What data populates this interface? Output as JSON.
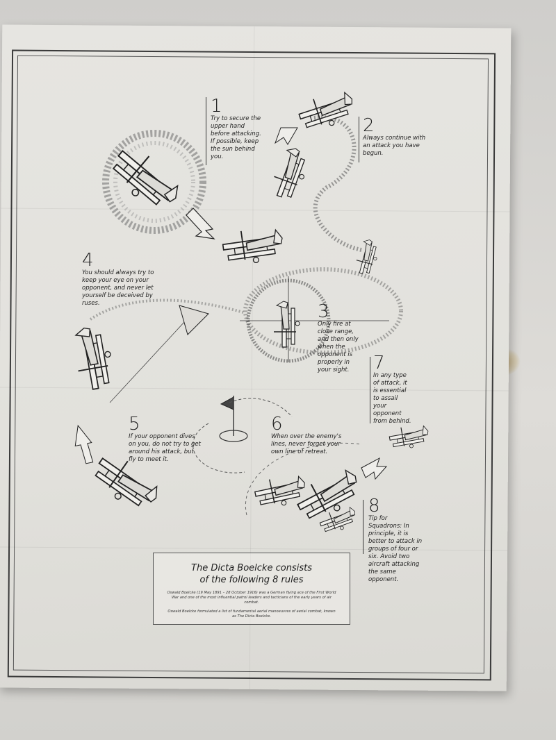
{
  "rules": [
    {
      "number": "1",
      "text": [
        "Try to secure the",
        "upper hand",
        "before attacking.",
        "If possible, keep",
        "the sun behind",
        "you."
      ]
    },
    {
      "number": "2",
      "text": [
        "Always continue with",
        "an attack you have",
        "begun."
      ]
    },
    {
      "number": "3",
      "text": [
        "Only fire at",
        "close range,",
        "and then only",
        "when the",
        "opponent is",
        "properly in",
        "your sight."
      ]
    },
    {
      "number": "4",
      "text": [
        "You should always try to",
        "keep your eye on your",
        "opponent, and never let",
        "yourself be deceived by",
        "ruses."
      ]
    },
    {
      "number": "5",
      "text": [
        "If your opponent dives",
        "on you, do not try to get",
        "around his attack, but",
        "fly to meet it."
      ]
    },
    {
      "number": "6",
      "text": [
        "When over the enemy's",
        "lines, never forget your",
        "own line of retreat."
      ]
    },
    {
      "number": "7",
      "text": [
        "In any type",
        "of attack, it",
        "is essential",
        "to assail",
        "your",
        "opponent",
        "from behind."
      ]
    },
    {
      "number": "8",
      "text": [
        "Tip for",
        "Squadrons: In",
        "principle, it is",
        "better to attack in",
        "groups of four or",
        "six. Avoid two",
        "aircraft attacking",
        "the same",
        "opponent."
      ]
    }
  ],
  "caption": {
    "title_line1": "The Dicta Boelcke consists",
    "title_line2": "of the following 8 rules",
    "body1": "Oswald Boelcke (19 May 1891 – 28 October 1916) was a German flying ace of the First World War and one of the most influential patrol leaders and tacticians of the early years of air combat.",
    "body2": "Oswald Boelcke formulated a list of fundamental aerial manoeuvres of aerial combat, known as The Dicta Boelcke."
  },
  "colors": {
    "wall": "#d9d8d4",
    "paper": "#e4e3df",
    "ink": "#222222"
  }
}
